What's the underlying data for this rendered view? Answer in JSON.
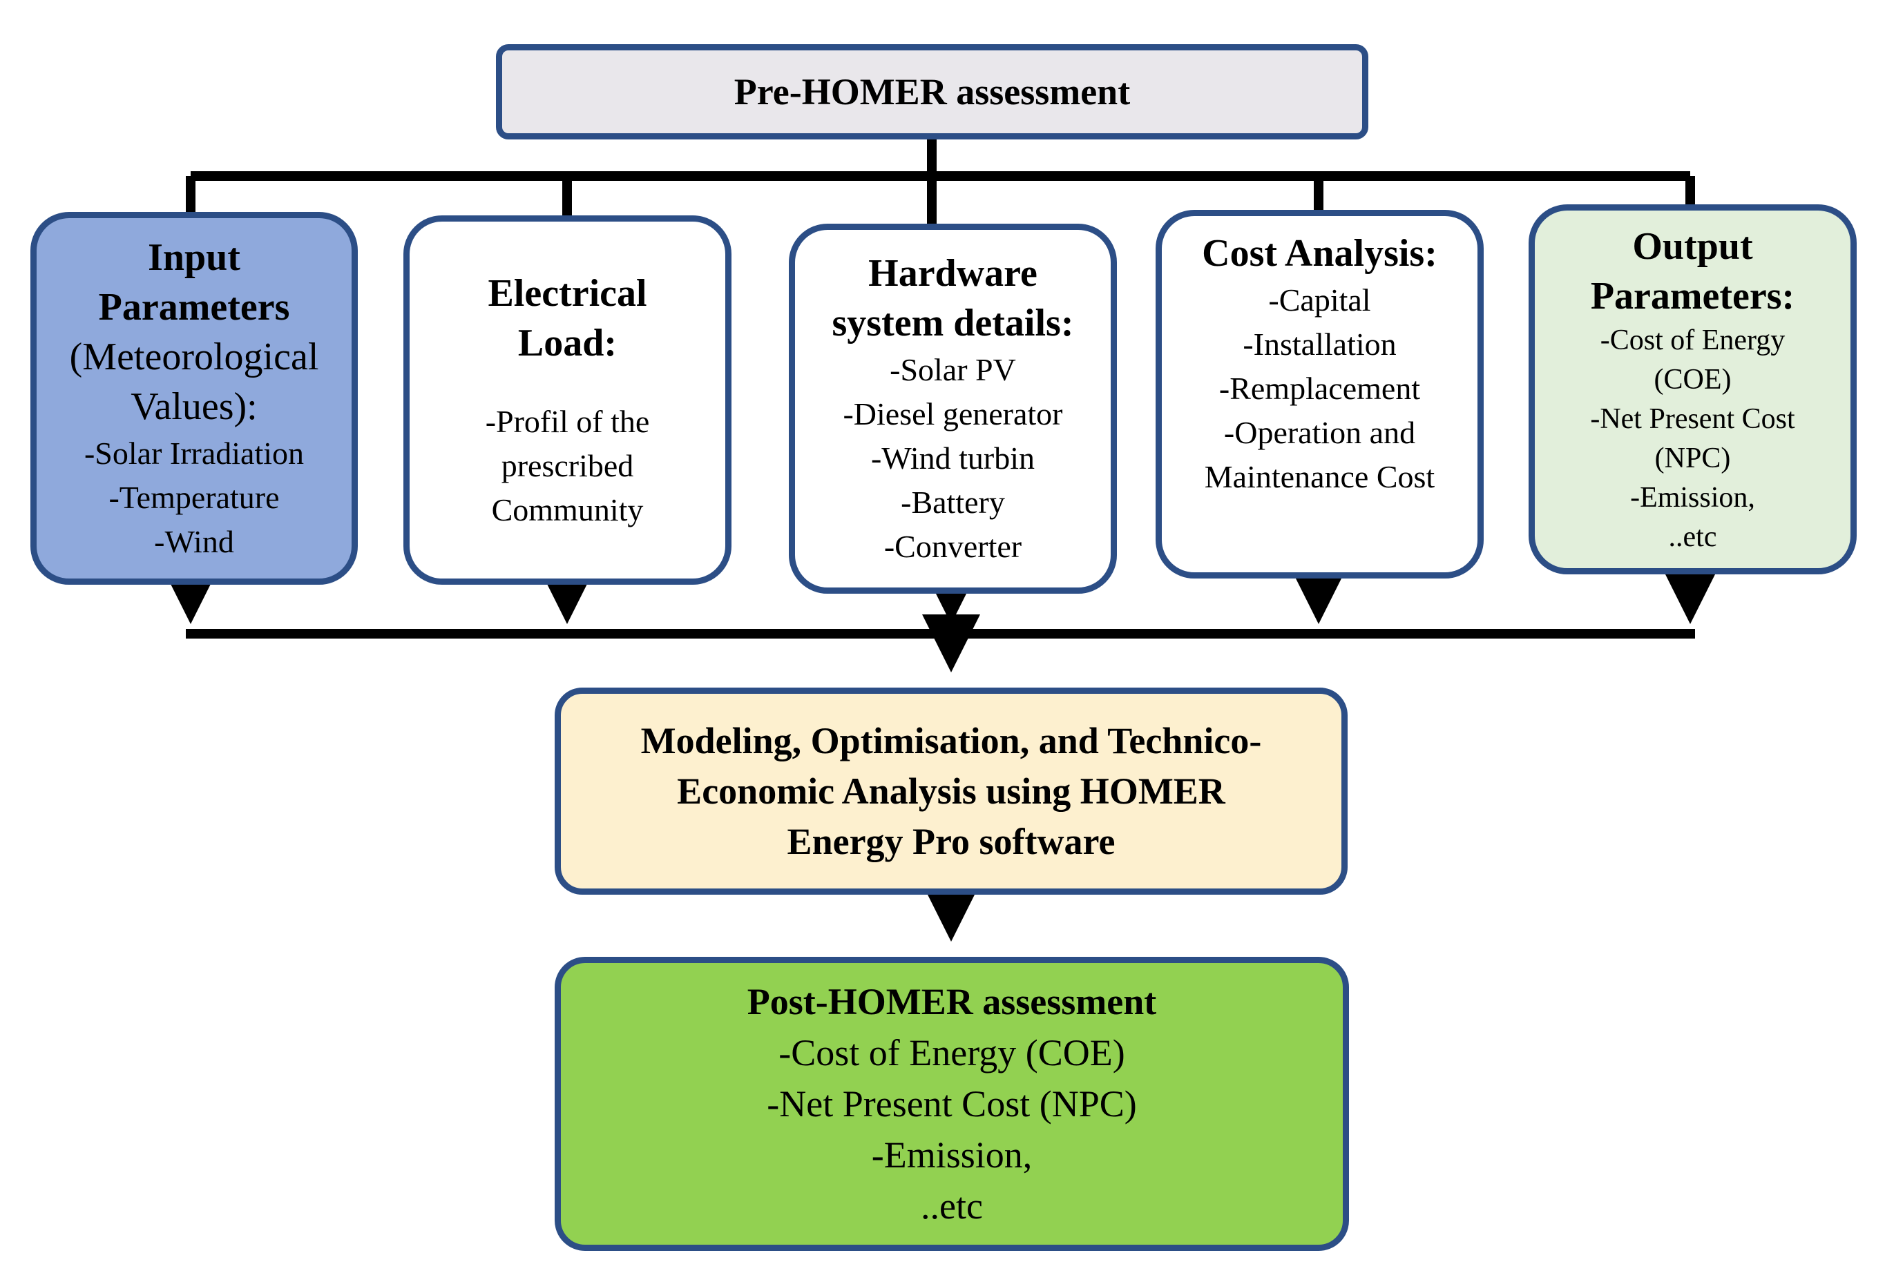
{
  "top": {
    "title": "Pre-HOMER assessment"
  },
  "inputs": {
    "heading": [
      "Input",
      "Parameters"
    ],
    "subheading": [
      "(Meteorological",
      "Values):"
    ],
    "items": [
      "-Solar Irradiation",
      "-Temperature",
      "-Wind"
    ],
    "fill": "#8fa9dc"
  },
  "load": {
    "heading": [
      "Electrical",
      "Load:"
    ],
    "items": [
      "-Profil of the",
      "prescribed",
      "Community"
    ]
  },
  "hardware": {
    "heading": [
      "Hardware",
      "system details:"
    ],
    "items": [
      "-Solar PV",
      "-Diesel generator",
      "-Wind turbin",
      "-Battery",
      "-Converter"
    ]
  },
  "cost": {
    "heading": [
      "Cost Analysis:"
    ],
    "items": [
      "-Capital",
      "-Installation",
      "-Remplacement",
      "-Operation and",
      "Maintenance Cost"
    ]
  },
  "outputs": {
    "heading": [
      "Output",
      "Parameters:"
    ],
    "items": [
      "-Cost of Energy",
      "(COE)",
      "-Net Present Cost",
      "(NPC)",
      "-Emission,",
      "..etc"
    ],
    "fill": "#e2efdb"
  },
  "modeling": {
    "lines": [
      "Modeling, Optimisation, and Technico-",
      "Economic Analysis using HOMER",
      "Energy Pro software"
    ],
    "fill": "#fdf0cf"
  },
  "post": {
    "title": "Post-HOMER assessment",
    "items": [
      "-Cost of Energy (COE)",
      "-Net Present Cost (NPC)",
      "-Emission,",
      "..etc"
    ],
    "fill": "#92d151"
  },
  "colors": {
    "border": "#2c4e86",
    "connector": "#000000"
  }
}
